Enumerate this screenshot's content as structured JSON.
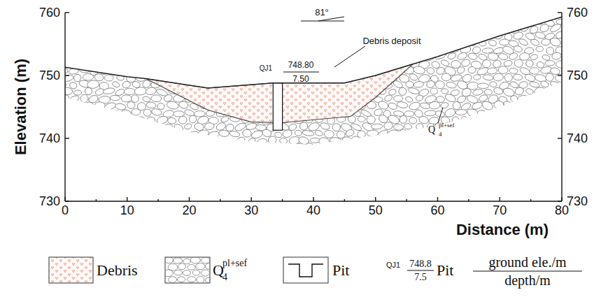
{
  "diagram": {
    "labels": [
      "Elevation (m)",
      "760",
      "750",
      "740",
      "730",
      "760",
      "750",
      "740",
      "730",
      "0",
      "10",
      "20",
      "30",
      "40",
      "50",
      "60",
      "70",
      "80",
      "Distance (m)",
      "81°",
      "Debris deposit",
      "QJ1",
      "748.80",
      "7.50",
      "Q",
      "4",
      "pl+sef",
      "4",
      "pl+sef",
      "QJ1",
      "748.8",
      "7.5",
      "ground ele./m",
      "depth/m"
    ],
    "legend": [
      {
        "text": "Debris"
      },
      {
        "text": "Q"
      },
      {
        "text": "Pit"
      },
      {
        "text": "Pit"
      }
    ]
  }
}
